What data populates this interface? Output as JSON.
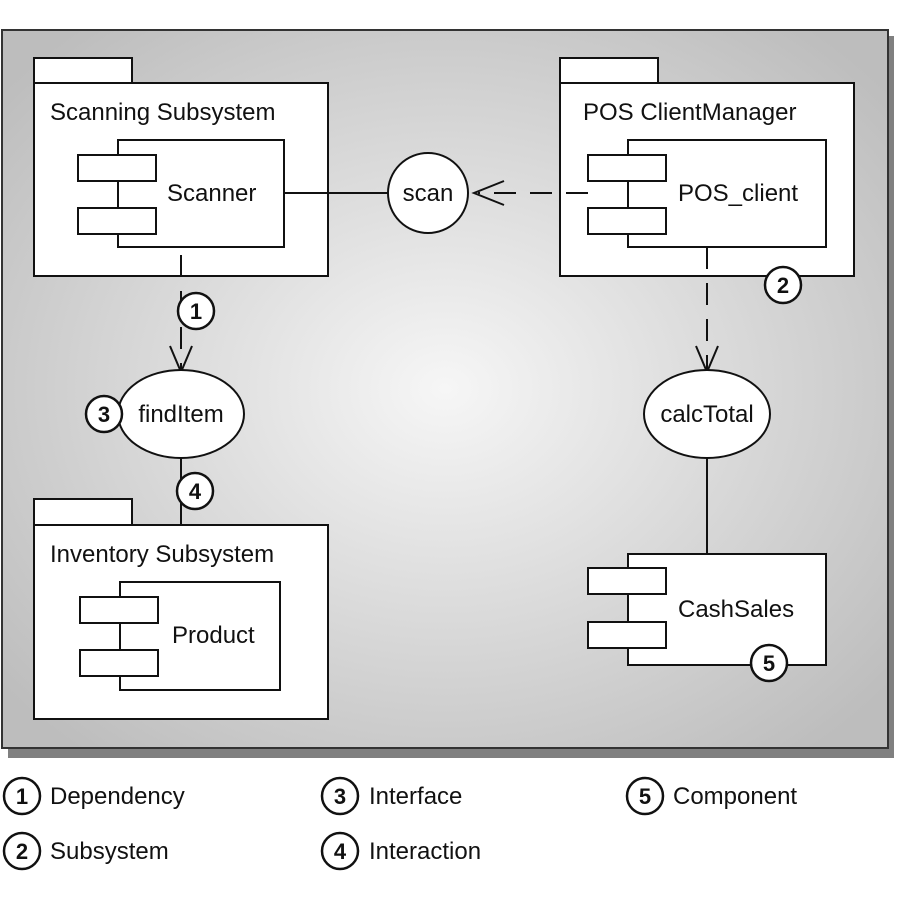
{
  "colors": {
    "line": "#111111",
    "box_fill": "#ffffff",
    "background_center": "#f4f4f4",
    "background_edge": "#bcbcbc",
    "frame_border": "#333333",
    "frame_shadow": "#7a7a7a"
  },
  "diagram": {
    "packages": {
      "scanning": {
        "label": "Scanning Subsystem"
      },
      "pos_client_manager": {
        "label": "POS ClientManager"
      },
      "inventory": {
        "label": "Inventory Subsystem"
      }
    },
    "components": {
      "scanner": {
        "label": "Scanner"
      },
      "pos_client": {
        "label": "POS_client"
      },
      "product": {
        "label": "Product"
      },
      "cash_sales": {
        "label": "CashSales"
      }
    },
    "interfaces": {
      "scan": {
        "label": "scan"
      },
      "find_item": {
        "label": "findItem"
      },
      "calc_total": {
        "label": "calcTotal"
      }
    },
    "callouts": {
      "c1": "1",
      "c2": "2",
      "c3": "3",
      "c4": "4",
      "c5": "5"
    }
  },
  "legend": [
    {
      "number": "1",
      "label": "Dependency"
    },
    {
      "number": "2",
      "label": "Subsystem"
    },
    {
      "number": "3",
      "label": "Interface"
    },
    {
      "number": "4",
      "label": "Interaction"
    },
    {
      "number": "5",
      "label": "Component"
    }
  ]
}
